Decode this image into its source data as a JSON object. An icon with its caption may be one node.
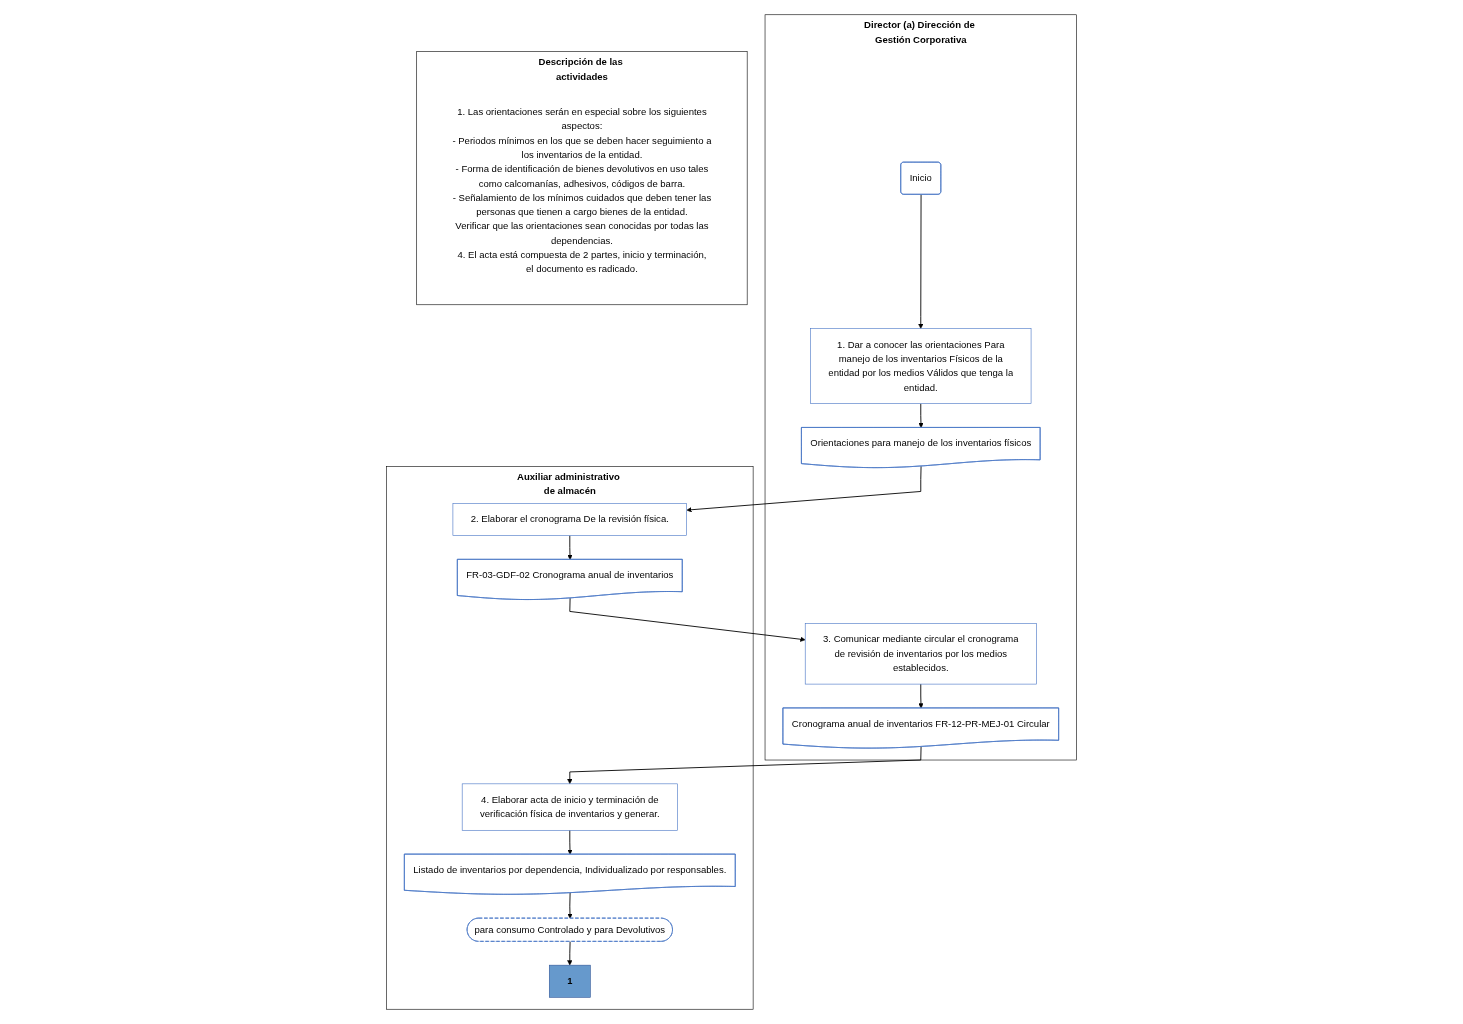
{
  "diagram": {
    "nodes": [
      {
        "text": [
          "Director (a) Dirección de Gestión Corporativa"
        ]
      },
      {
        "text": [
          "Inicio"
        ],
        "in": 0
      },
      {
        "text": [
          "1. Dar a conocer las orientaciones Para manejo de los inventarios Físicos de la entidad por los medios Válidos que tenga la entidad."
        ],
        "in": 0
      },
      {
        "text": [
          "Orientaciones para manejo de los inventarios físicos"
        ],
        "in": 0
      },
      {
        "text": [
          "3. Comunicar mediante circular el cronograma de revisión de inventarios por los medios establecidos."
        ],
        "in": 0
      },
      {
        "text": [
          "Cronograma anual de inventarios FR-12-PR-MEJ-01 Circular"
        ],
        "in": 0
      },
      {
        "text": [
          "Auxiliar administrativo de almacén"
        ]
      },
      {
        "text": [
          "2. Elaborar el cronograma De la revisión física."
        ],
        "in": 6
      },
      {
        "text": [
          "FR-03-GDF-02 Cronograma anual de inventarios"
        ],
        "in": 6
      },
      {
        "text": [
          "4. Elaborar acta de inicio y terminación de verificación física de inventarios y generar."
        ],
        "in": 6
      },
      {
        "text": [
          "Listado de inventarios por dependencia, Individualizado por responsables."
        ],
        "in": 6
      },
      {
        "text": [
          "para consumo Controlado y para Devolutivos"
        ],
        "in": 6
      },
      {
        "text": [
          "1"
        ],
        "in": 6
      },
      {
        "text": [
          "Descripción de las actividades"
        ]
      },
      {
        "text": [
          "1. Las orientaciones serán en especial sobre los siguientes aspectos:",
          "- Periodos mínimos en los que se deben hacer seguimiento a los inventarios de la entidad.",
          "- Forma de identificación de bienes devolutivos en uso tales como calcomanías, adhesivos, códigos de barra.",
          "- Señalamiento de los mínimos cuidados que deben tener las personas que tienen a cargo bienes de la entidad.",
          "Verificar que las orientaciones sean conocidas por todas las dependencias.",
          "4. El acta está compuesta de 2 partes, inicio y terminación, el documento es radicado."
        ],
        "in": 13
      }
    ],
    "edges": [
      {
        "from": 1,
        "to": 2,
        "arrow": "to"
      },
      {
        "from": 2,
        "to": 3,
        "arrow": "to"
      },
      {
        "from": 3,
        "to": 7,
        "arrow": "to"
      },
      {
        "from": 7,
        "to": 8,
        "arrow": "to"
      },
      {
        "from": 8,
        "to": 4,
        "arrow": "to"
      },
      {
        "from": 4,
        "to": 5,
        "arrow": "to"
      },
      {
        "from": 5,
        "to": 9,
        "arrow": "to"
      },
      {
        "from": 9,
        "to": 10,
        "arrow": "to"
      },
      {
        "from": 10,
        "to": 11,
        "arrow": "to"
      },
      {
        "from": 11,
        "to": 12,
        "arrow": "to"
      }
    ]
  }
}
